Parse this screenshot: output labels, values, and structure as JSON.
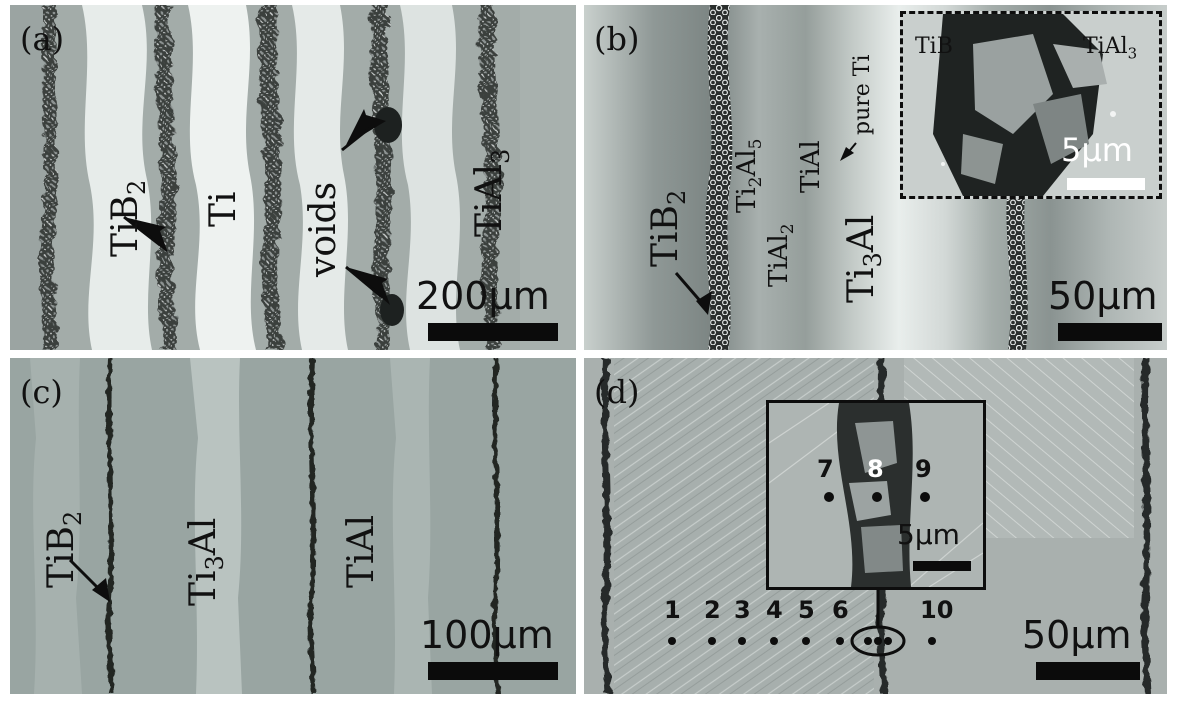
{
  "panels": {
    "a": {
      "label": "(a)",
      "phases": {
        "tib2": "TiB",
        "tib2_sub": "2",
        "ti": "Ti",
        "voids": "voids",
        "tial3": "TiAl",
        "tial3_sub": "3"
      },
      "scale": "200μm"
    },
    "b": {
      "label": "(b)",
      "phases": {
        "tib2": "TiB",
        "tib2_sub": "2",
        "ti2al5_a": "Ti",
        "ti2al5_sub1": "2",
        "ti2al5_b": "Al",
        "ti2al5_sub2": "5",
        "tial2_a": "TiAl",
        "tial2_sub": "2",
        "tial": "TiAl",
        "ti3al_a": "Ti",
        "ti3al_sub": "3",
        "ti3al_b": "Al",
        "pure_ti": "pure Ti"
      },
      "inset": {
        "tib": "TiB",
        "tial3": "TiAl",
        "tial3_sub": "3",
        "scale": "5μm"
      },
      "scale": "50μm"
    },
    "c": {
      "label": "(c)",
      "phases": {
        "tib2": "TiB",
        "tib2_sub": "2",
        "ti3al_a": "Ti",
        "ti3al_sub": "3",
        "ti3al_b": "Al",
        "tial": "TiAl"
      },
      "scale": "100μm"
    },
    "d": {
      "label": "(d)",
      "points": [
        "1",
        "2",
        "3",
        "4",
        "5",
        "6",
        "10"
      ],
      "inset": {
        "points": [
          "7",
          "8",
          "9"
        ],
        "scale": "5μm"
      },
      "scale": "50μm"
    }
  }
}
